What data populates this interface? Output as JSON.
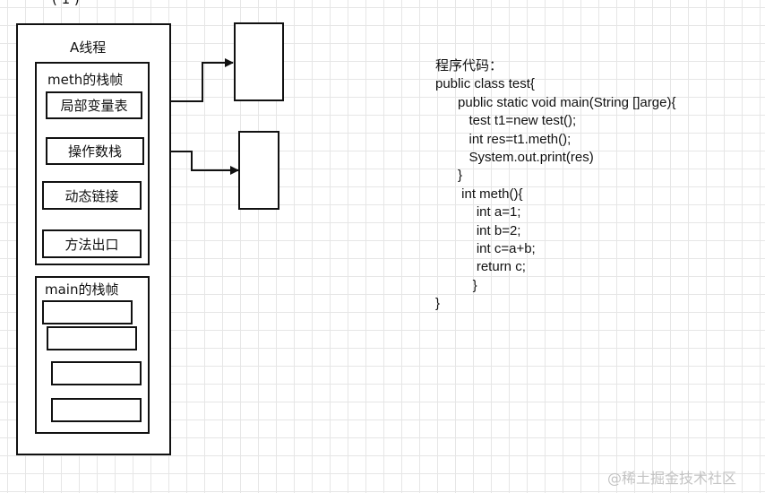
{
  "thread": {
    "title": "A线程"
  },
  "meth_frame": {
    "title": "meth的栈帧",
    "items": [
      "局部变量表",
      "操作数栈",
      "动态链接",
      "方法出口"
    ]
  },
  "main_frame": {
    "title": "main的栈帧"
  },
  "code": {
    "lines": [
      "程序代码：",
      "public class test{",
      "      public static void main(String []arge){",
      "         test t1=new test();",
      "         int res=t1.meth();",
      "         System.out.print(res)",
      "      }",
      "       int meth(){",
      "           int a=1;",
      "           int b=2;",
      "           int c=a+b;",
      "           return c;",
      "          }",
      "}"
    ]
  },
  "watermark": "@稀土掘金技术社区",
  "colors": {
    "stroke": "#111111",
    "grid": "#e6e6e6",
    "watermark": "#c3c3c3"
  }
}
